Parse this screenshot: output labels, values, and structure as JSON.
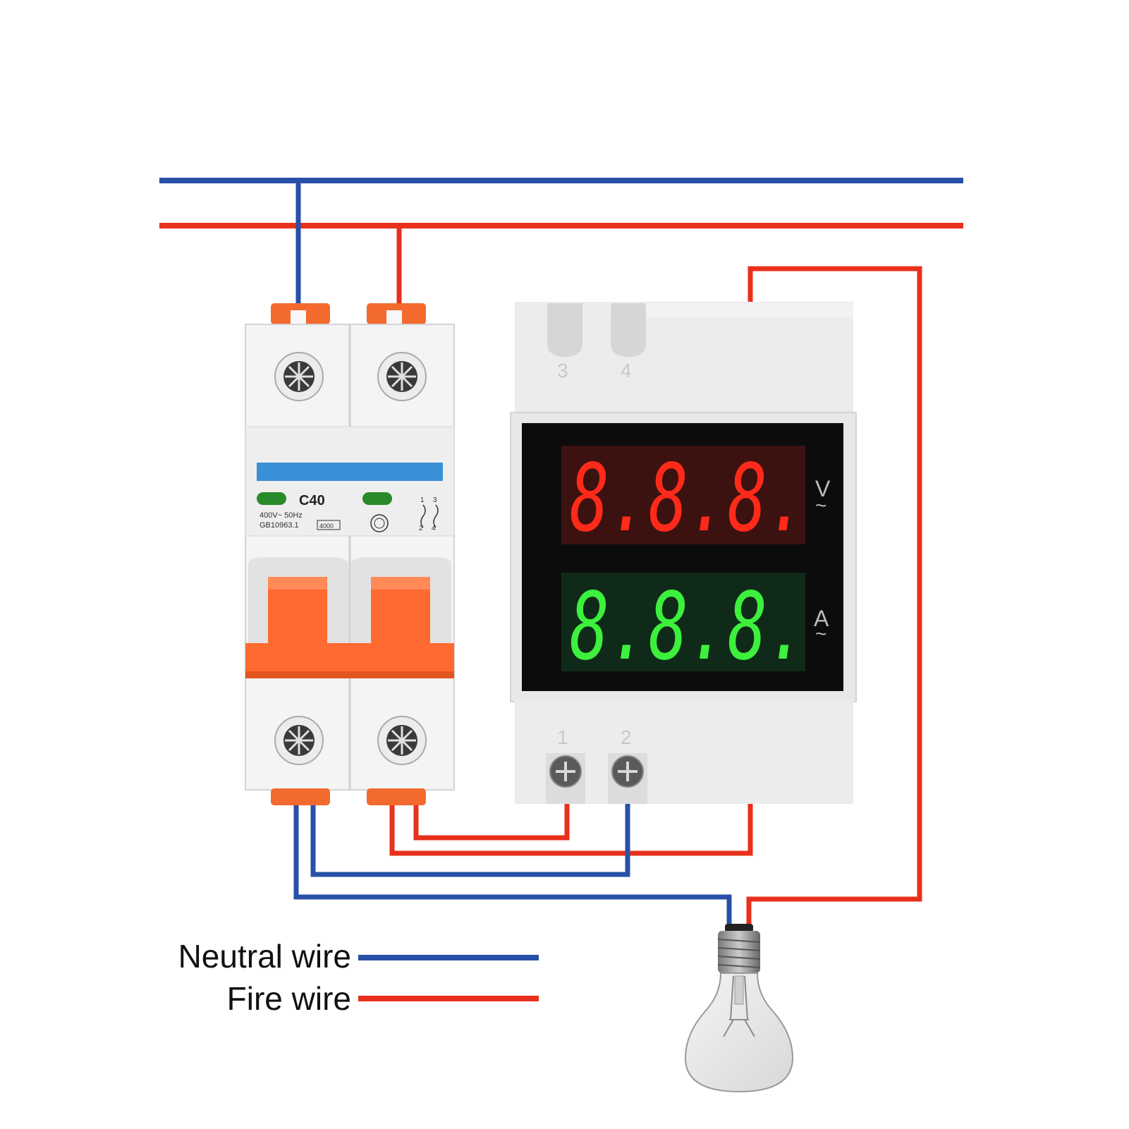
{
  "breaker": {
    "rating": "C40",
    "spec": "400V~ 50Hz",
    "standard": "GB10963.1",
    "capacity": "4000",
    "terminal_marks": [
      "1",
      "3",
      "2",
      "4"
    ]
  },
  "meter": {
    "voltage_display": "8.8.8.",
    "current_display": "8.8.8.",
    "voltage_unit": "V",
    "current_unit": "A",
    "ac_symbol": "~",
    "top_terminals": [
      "3",
      "4"
    ],
    "bottom_terminals": [
      "1",
      "2"
    ]
  },
  "legend": {
    "neutral_label": "Neutral wire",
    "fire_label": "Fire wire"
  },
  "colors": {
    "neutral": "#2850a8",
    "fire": "#e8301c",
    "breaker_toggle": "#ff6a30",
    "voltage_digits": "#ff2a1a",
    "current_digits": "#3cf03c"
  }
}
